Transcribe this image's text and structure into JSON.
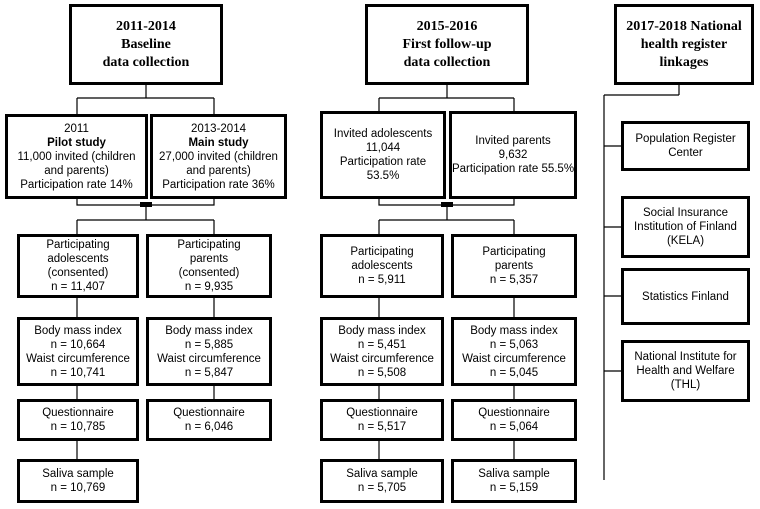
{
  "headers": {
    "baseline": [
      "2011-2014",
      "Baseline",
      "data collection"
    ],
    "followup": [
      "2015-2016",
      "First follow-up",
      "data collection"
    ],
    "register": [
      "2017-2018 National",
      "health register",
      "linkages"
    ]
  },
  "baseline": {
    "pilot": {
      "year": "2011",
      "name": "Pilot study",
      "invited": "11,000 invited (children and parents)",
      "rate": "Participation rate 14%"
    },
    "main": {
      "year": "2013-2014",
      "name": "Main study",
      "invited": "27,000 invited (children and parents)",
      "rate": "Participation rate 36%"
    },
    "adolescents": {
      "participating": [
        "Participating",
        "adolescents",
        "(consented)",
        "n = 11,407"
      ],
      "bmi": [
        "Body mass index",
        "n = 10,664",
        "Waist circumference",
        "n = 10,741"
      ],
      "questionnaire": [
        "Questionnaire",
        "n = 10,785"
      ],
      "saliva": [
        "Saliva sample",
        "n = 10,769"
      ]
    },
    "parents": {
      "participating": [
        "Participating",
        "parents",
        "(consented)",
        "n = 9,935"
      ],
      "bmi": [
        "Body mass index",
        "n = 5,885",
        "Waist circumference",
        "n = 5,847"
      ],
      "questionnaire": [
        "Questionnaire",
        "n = 6,046"
      ]
    }
  },
  "followup": {
    "invited_adolescents": [
      "Invited adolescents",
      "11,044",
      "Participation rate",
      "53.5%"
    ],
    "invited_parents": [
      "Invited parents",
      "9,632",
      "Participation rate 55.5%"
    ],
    "adolescents": {
      "participating": [
        "Participating",
        "adolescents",
        "n = 5,911"
      ],
      "bmi": [
        "Body mass index",
        "n = 5,451",
        "Waist circumference",
        "n = 5,508"
      ],
      "questionnaire": [
        "Questionnaire",
        "n = 5,517"
      ],
      "saliva": [
        "Saliva sample",
        "n = 5,705"
      ]
    },
    "parents": {
      "participating": [
        "Participating",
        "parents",
        "n = 5,357"
      ],
      "bmi": [
        "Body mass index",
        "n = 5,063",
        "Waist circumference",
        "n = 5,045"
      ],
      "questionnaire": [
        "Questionnaire",
        "n = 5,064"
      ],
      "saliva": [
        "Saliva sample",
        "n = 5,159"
      ]
    }
  },
  "register": {
    "items": [
      "Population Register Center",
      "Social Insurance Institution of Finland (KELA)",
      "Statistics Finland",
      "National Institute for Health and Welfare (THL)"
    ]
  }
}
